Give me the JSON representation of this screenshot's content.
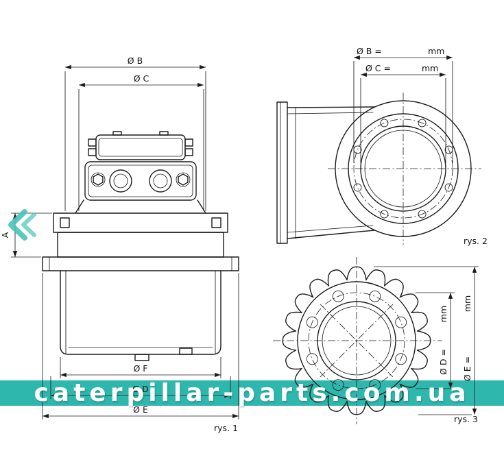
{
  "page": {
    "line_color": "#1b1b1b",
    "background": "#ffffff"
  },
  "watermark": {
    "text": "caterpillar-parts.com.ua",
    "band_color": "#2eb8ad",
    "chevron_color": "#47c4b8"
  },
  "fig1": {
    "caption": "rys. 1",
    "dim_b": "Ø B",
    "dim_c": "Ø C",
    "dim_a": "A",
    "dim_f": "Ø F",
    "dim_d": "Ø D",
    "dim_e": "Ø E"
  },
  "fig2": {
    "caption": "rys. 2",
    "dim_b_label": "Ø B =",
    "dim_b_unit": "mm",
    "dim_c_label": "Ø C =",
    "dim_c_unit": "mm"
  },
  "fig3": {
    "caption": "rys. 3",
    "dim_d_label": "Ø D =",
    "dim_d_unit": "mm",
    "dim_e_label": "Ø E =",
    "dim_e_unit": "mm"
  }
}
